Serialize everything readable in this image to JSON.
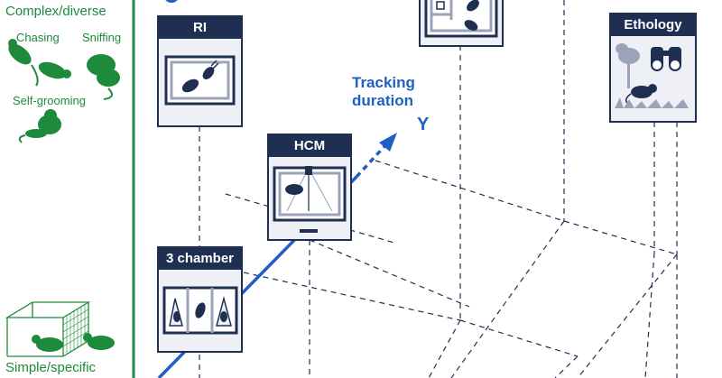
{
  "left_panel": {
    "top_label": "Complex/diverse",
    "behaviors": [
      "Chasing",
      "Sniffing",
      "Self-grooming"
    ],
    "bottom_label": "Simple/specific"
  },
  "axis": {
    "label_line1": "Tracking",
    "label_line2": "duration",
    "letter": "Y"
  },
  "cards": {
    "ri": "RI",
    "hcm": "HCM",
    "three_chamber": "3 chamber",
    "ethology": "Ethology"
  },
  "colors": {
    "green": "#1e8a3c",
    "navy": "#1f2f52",
    "blue_axis": "#1f5fc4",
    "card_bg": "#eef0f5",
    "mouse": "#1f2f52"
  }
}
